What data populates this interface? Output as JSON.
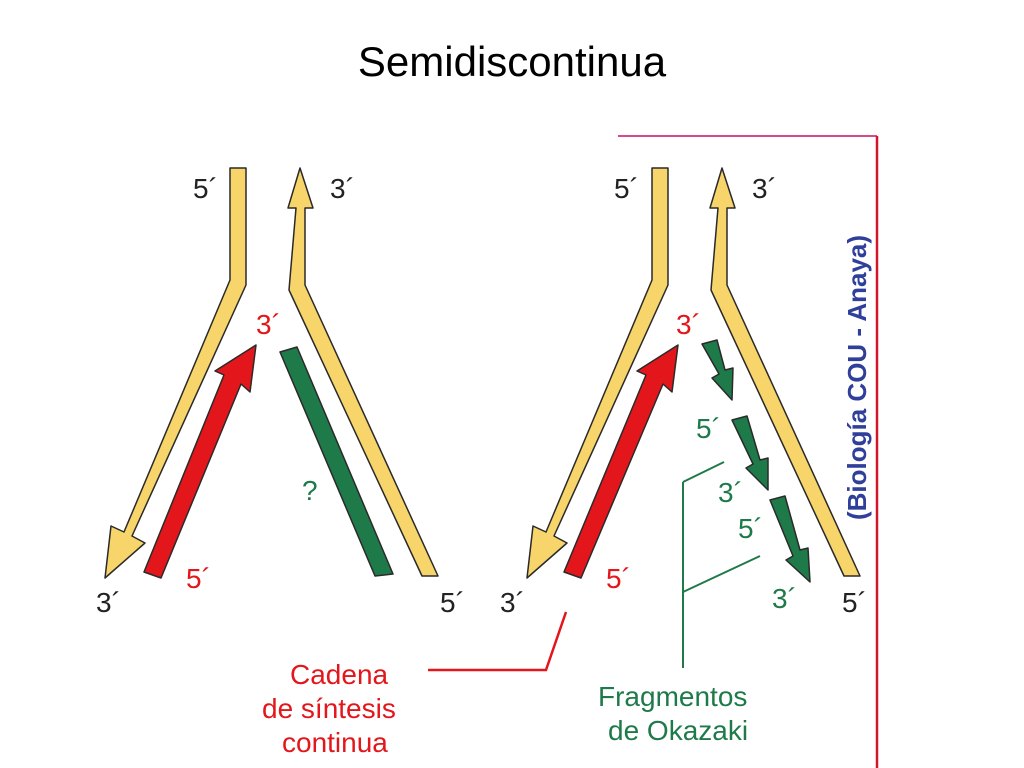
{
  "slide": {
    "title": "Semidiscontinua"
  },
  "colors": {
    "parent_strand": "#f7d56a",
    "leading_strand": "#e3161b",
    "lagging_strand": "#1f7a4a",
    "outline": "#2a2a2a",
    "label_black": "#222222",
    "label_red": "#e3161b",
    "label_green": "#1f7a4a",
    "source_text": "#2f3f9a",
    "border_red": "#d2162a",
    "border_pink": "#d84a8a"
  },
  "left_fork": {
    "label_top_left": "5´",
    "label_top_right": "3´",
    "label_bottom_left": "3´",
    "label_bottom_right": "5´",
    "label_leading_top": "3´",
    "label_leading_bottom": "5´",
    "label_question": "?"
  },
  "right_fork": {
    "label_top_left": "5´",
    "label_top_right": "3´",
    "label_bottom_left": "3´",
    "label_bottom_right": "5´",
    "label_leading_top": "3´",
    "label_leading_bottom": "5´",
    "label_frag_1": "5´",
    "label_frag_2": "3´",
    "label_frag_3": "5´",
    "label_frag_4": "3´"
  },
  "captions": {
    "continuous_line1": "Cadena",
    "continuous_line2": "de síntesis",
    "continuous_line3": "continua",
    "okazaki_line1": "Fragmentos",
    "okazaki_line2": "de Okazaki"
  },
  "source": "(Biología COU - Anaya)"
}
